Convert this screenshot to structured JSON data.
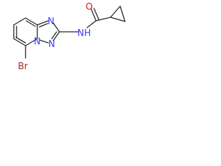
{
  "molecule": {
    "atoms": {
      "oxygen": "O",
      "nitrogen_ring_top": "N",
      "nitrogen_ring_bridge": "N",
      "nitrogen_ring_bottom": "N",
      "amide_nh": "NH",
      "bromine": "Br"
    },
    "colors": {
      "bond": "#222222",
      "nitrogen": "#3a3aff",
      "oxygen": "#e8120c",
      "bromine": "#a5281e"
    }
  }
}
